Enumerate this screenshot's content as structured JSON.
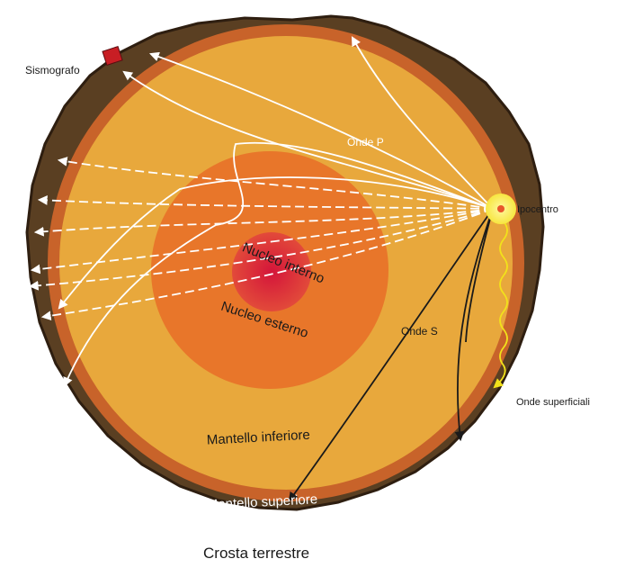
{
  "diagram": {
    "labels": {
      "seismograph": "Sismografo",
      "waves_p": "Onde P",
      "hypocenter": "Ipocentro",
      "waves_s": "Onde S",
      "surface_waves": "Onde superficiali",
      "inner_core": "Nucleo interno",
      "outer_core": "Nucleo esterno",
      "lower_mantle": "Mantello inferiore",
      "upper_mantle": "Mantello superiore",
      "crust": "Crosta terrestre"
    },
    "colors": {
      "crust": "#5a3f22",
      "upper_mantle": "#c8632a",
      "lower_mantle": "#e8a83c",
      "outer_core": "#e8762a",
      "inner_core_edge": "#e24a3a",
      "inner_core_center": "#d4153a",
      "p_waves": "#ffffff",
      "s_waves": "#1a1a1a",
      "surface_waves": "#f2e21a",
      "hypocenter": "#f7e640",
      "seismograph": "#c81e24"
    }
  }
}
